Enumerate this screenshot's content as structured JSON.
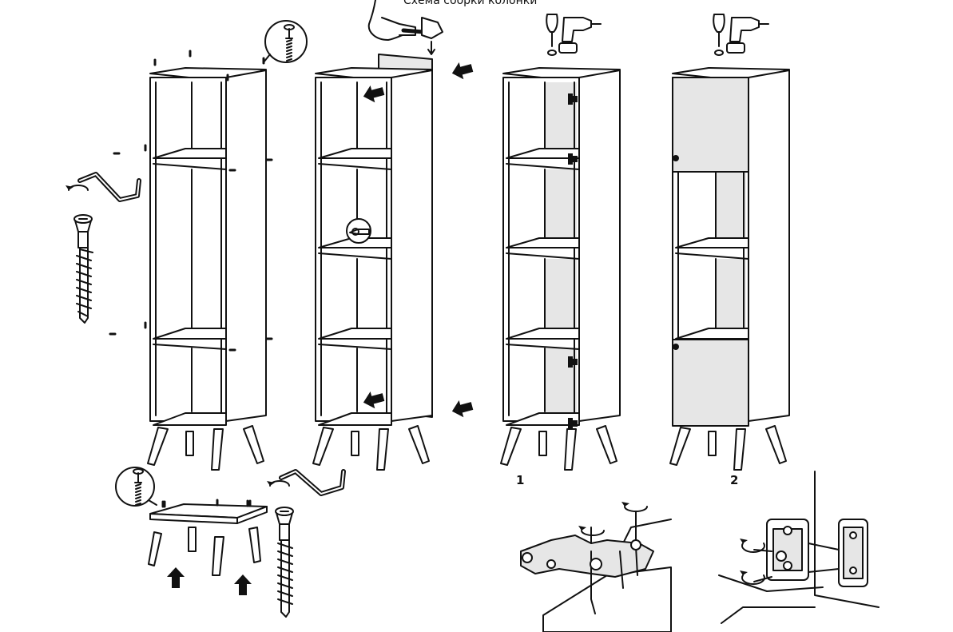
{
  "title": "Схема сборки колонки",
  "steps": [
    "1",
    "2"
  ],
  "colors": {
    "ink": "#111111",
    "panel": "#e6e6e6",
    "paper": "#ffffff",
    "arrow": "#111111"
  },
  "icons": [
    "hammer-icon",
    "screwdriver-icon",
    "drill-icon",
    "allen-key-icon",
    "confirmat-screw-icon",
    "screw-magnifier-icon",
    "cam-lock-icon",
    "push-arrow-icon",
    "rotate-icon",
    "hinge-icon"
  ]
}
